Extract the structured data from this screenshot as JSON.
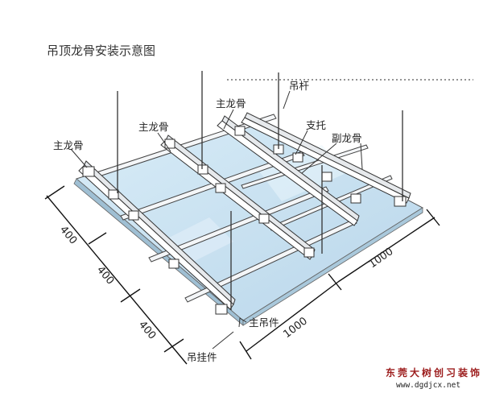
{
  "title": "吊顶龙骨安装示意图",
  "labels": {
    "main_keel_left": "主龙骨",
    "main_keel_mid": "主龙骨",
    "main_keel_right": "主龙骨",
    "hanger_rod": "吊杆",
    "support": "支托",
    "secondary_keel": "副龙骨",
    "main_hanger": "主吊件",
    "hanging_piece": "吊挂件"
  },
  "dimensions": {
    "left_1": "400",
    "left_2": "400",
    "left_3": "400",
    "bottom": "1000",
    "right": "1000"
  },
  "watermark": {
    "brand": "东莞大树创习装饰",
    "url": "www.dgdjcx.net"
  },
  "colors": {
    "panel": "#cfe4f2",
    "line": "#333333"
  }
}
